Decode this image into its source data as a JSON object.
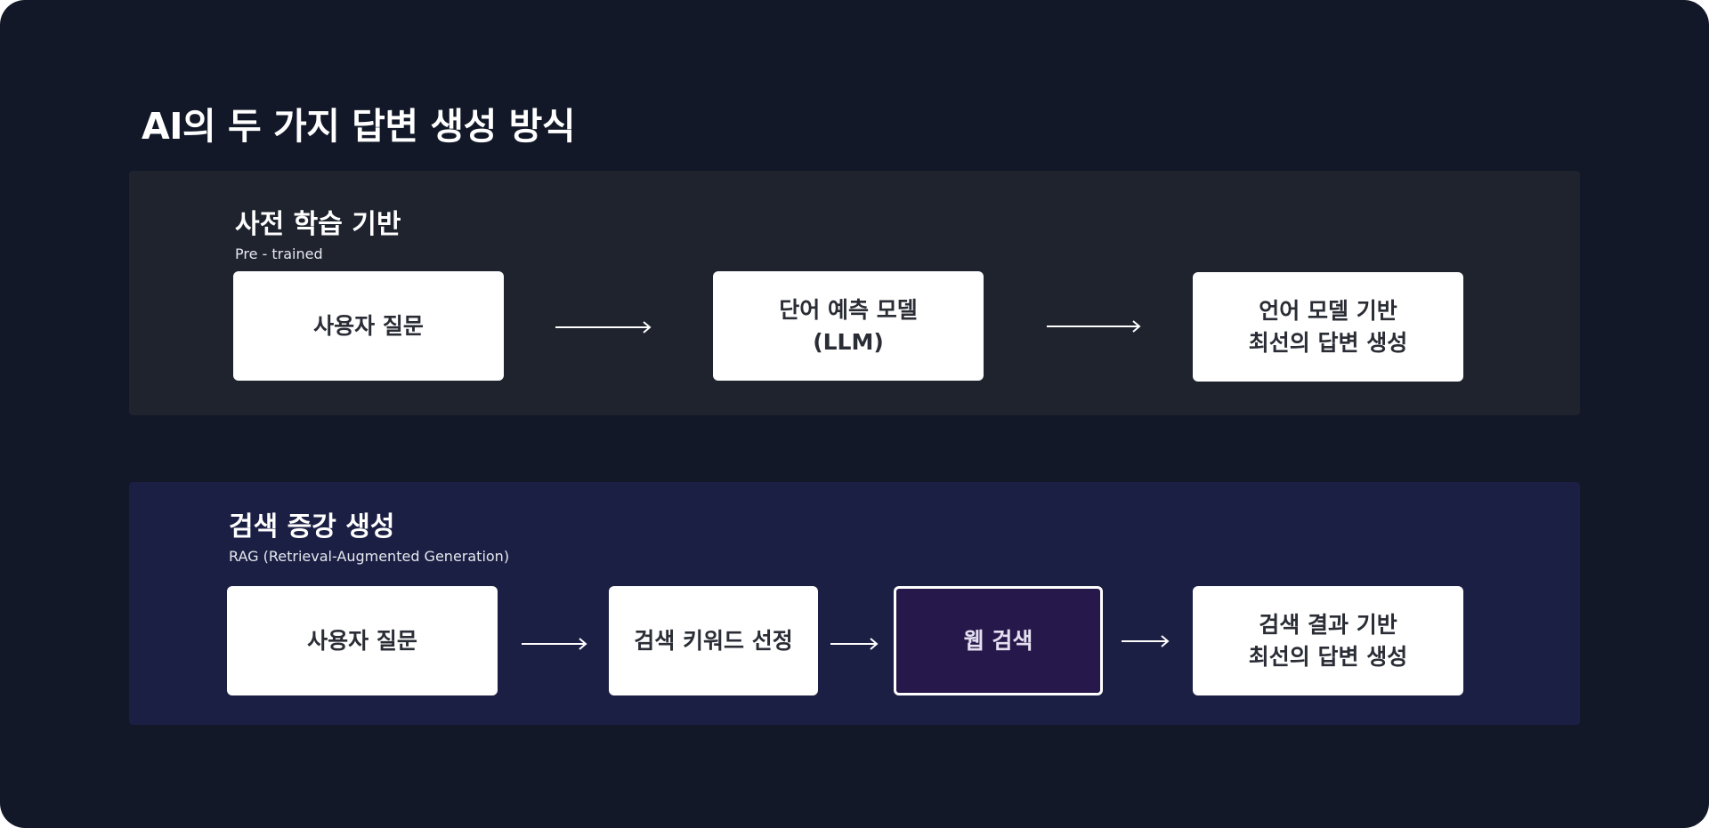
{
  "title": "AI의 두 가지 답변 생성 방식",
  "sections": {
    "pretrained": {
      "title": "사전 학습 기반",
      "subtitle": "Pre - trained",
      "steps": [
        "사용자 질문",
        "단어 예측 모델\n(LLM)",
        "언어 모델 기반\n최선의 답변 생성"
      ]
    },
    "rag": {
      "title": "검색 증강 생성",
      "subtitle": "RAG (Retrieval-Augmented Generation)",
      "steps": [
        "사용자 질문",
        "검색 키워드 선정",
        "웹 검색",
        "검색 결과 기반\n최선의 답변 생성"
      ]
    }
  },
  "colors": {
    "background": "#121828",
    "pretrained_panel": "#1f232e",
    "rag_panel": "#1c1f44",
    "highlight_box": "#26184a",
    "box": "#ffffff",
    "arrow": "#ffffff"
  },
  "icons": {
    "connector": "right-arrow-icon"
  }
}
